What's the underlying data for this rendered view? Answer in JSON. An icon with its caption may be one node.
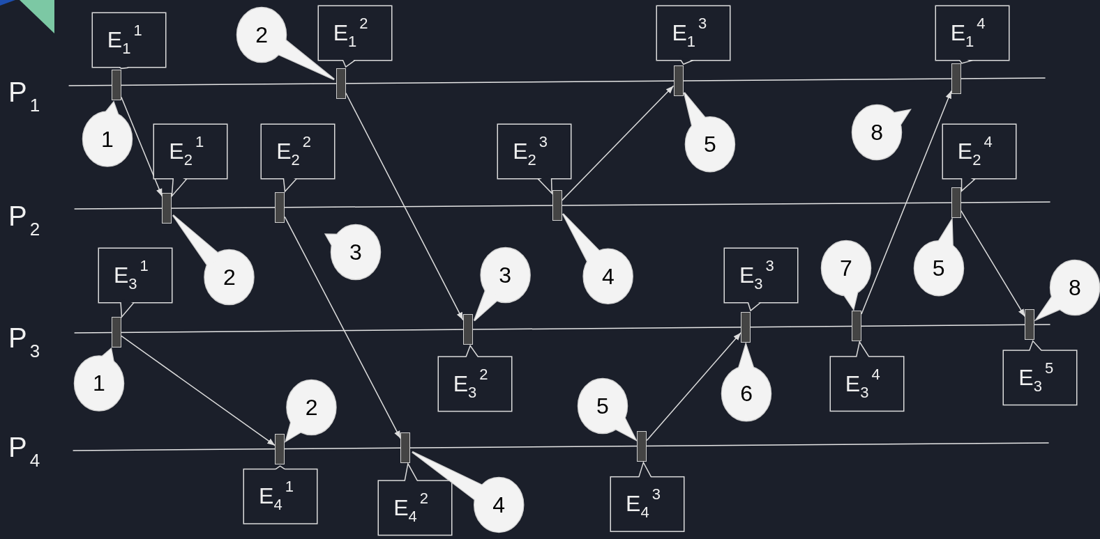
{
  "diagram": {
    "nodes": [
      {
        "text": [],
        "shape": "bar"
      },
      {
        "text": [
          "E$_{1}$$^{1}$"
        ]
      },
      {
        "text": [
          "1"
        ]
      },
      {
        "text": [],
        "shape": "bar"
      },
      {
        "text": [
          "E$_{1}$$^{2}$"
        ]
      },
      {
        "text": [
          "2"
        ]
      },
      {
        "text": [],
        "shape": "bar"
      },
      {
        "text": [
          "E$_{1}$$^{3}$"
        ]
      },
      {
        "text": [
          "5"
        ]
      },
      {
        "text": [],
        "shape": "bar"
      },
      {
        "text": [
          "E$_{1}$$^{4}$"
        ]
      },
      {
        "text": [
          "8"
        ]
      },
      {
        "text": [],
        "shape": "bar"
      },
      {
        "text": [
          "E$_{2}$$^{1}$"
        ]
      },
      {
        "text": [
          "2"
        ]
      },
      {
        "text": [],
        "shape": "bar"
      },
      {
        "text": [
          "E$_{2}$$^{2}$"
        ]
      },
      {
        "text": [
          "3"
        ]
      },
      {
        "text": [],
        "shape": "bar"
      },
      {
        "text": [
          "E$_{2}$$^{3}$"
        ]
      },
      {
        "text": [
          "4"
        ]
      },
      {
        "text": [],
        "shape": "bar"
      },
      {
        "text": [
          "E$_{2}$$^{4}$"
        ]
      },
      {
        "text": [
          "5"
        ]
      },
      {
        "text": [],
        "shape": "bar"
      },
      {
        "text": [
          "E$_{3}$$^{1}$"
        ]
      },
      {
        "text": [
          "1"
        ]
      },
      {
        "text": [],
        "shape": "bar"
      },
      {
        "text": [
          "E$_{3}$$^{2}$"
        ]
      },
      {
        "text": [
          "3"
        ]
      },
      {
        "text": [],
        "shape": "bar"
      },
      {
        "text": [
          "E$_{3}$$^{3}$"
        ]
      },
      {
        "text": [
          "6"
        ]
      },
      {
        "text": [],
        "shape": "bar"
      },
      {
        "text": [
          "E$_{3}$$^{4}$"
        ]
      },
      {
        "text": [
          "7"
        ]
      },
      {
        "text": [],
        "shape": "bar"
      },
      {
        "text": [
          "E$_{3}$$^{5}$"
        ]
      },
      {
        "text": [
          "8"
        ]
      },
      {
        "text": [],
        "shape": "bar"
      },
      {
        "text": [
          "E$_{4}$$^{1}$"
        ]
      },
      {
        "text": [
          "2"
        ]
      },
      {
        "text": [],
        "shape": "bar"
      },
      {
        "text": [
          "E$_{4}$$^{2}$"
        ]
      },
      {
        "text": [
          "4"
        ]
      },
      {
        "text": [],
        "shape": "bar"
      },
      {
        "text": [
          "E$_{4}$$^{3}$"
        ]
      },
      {
        "text": [
          "5"
        ]
      }
    ],
    "edges": [
      {
        "from": 0,
        "to": 12,
        "arrow": "to"
      },
      {
        "from": 3,
        "to": 27,
        "arrow": "to"
      },
      {
        "from": 15,
        "to": 42,
        "arrow": "to"
      },
      {
        "from": 18,
        "to": 6,
        "arrow": "to"
      },
      {
        "from": 24,
        "to": 39,
        "arrow": "to"
      },
      {
        "from": 45,
        "to": 30,
        "arrow": "to"
      },
      {
        "from": 33,
        "to": 9,
        "arrow": "to"
      },
      {
        "from": 21,
        "to": 36,
        "arrow": "to"
      }
    ],
    "labels": [
      "P$_{1}$",
      "P$_{2}$",
      "P$_{3}$",
      "P$_{4}$"
    ]
  }
}
